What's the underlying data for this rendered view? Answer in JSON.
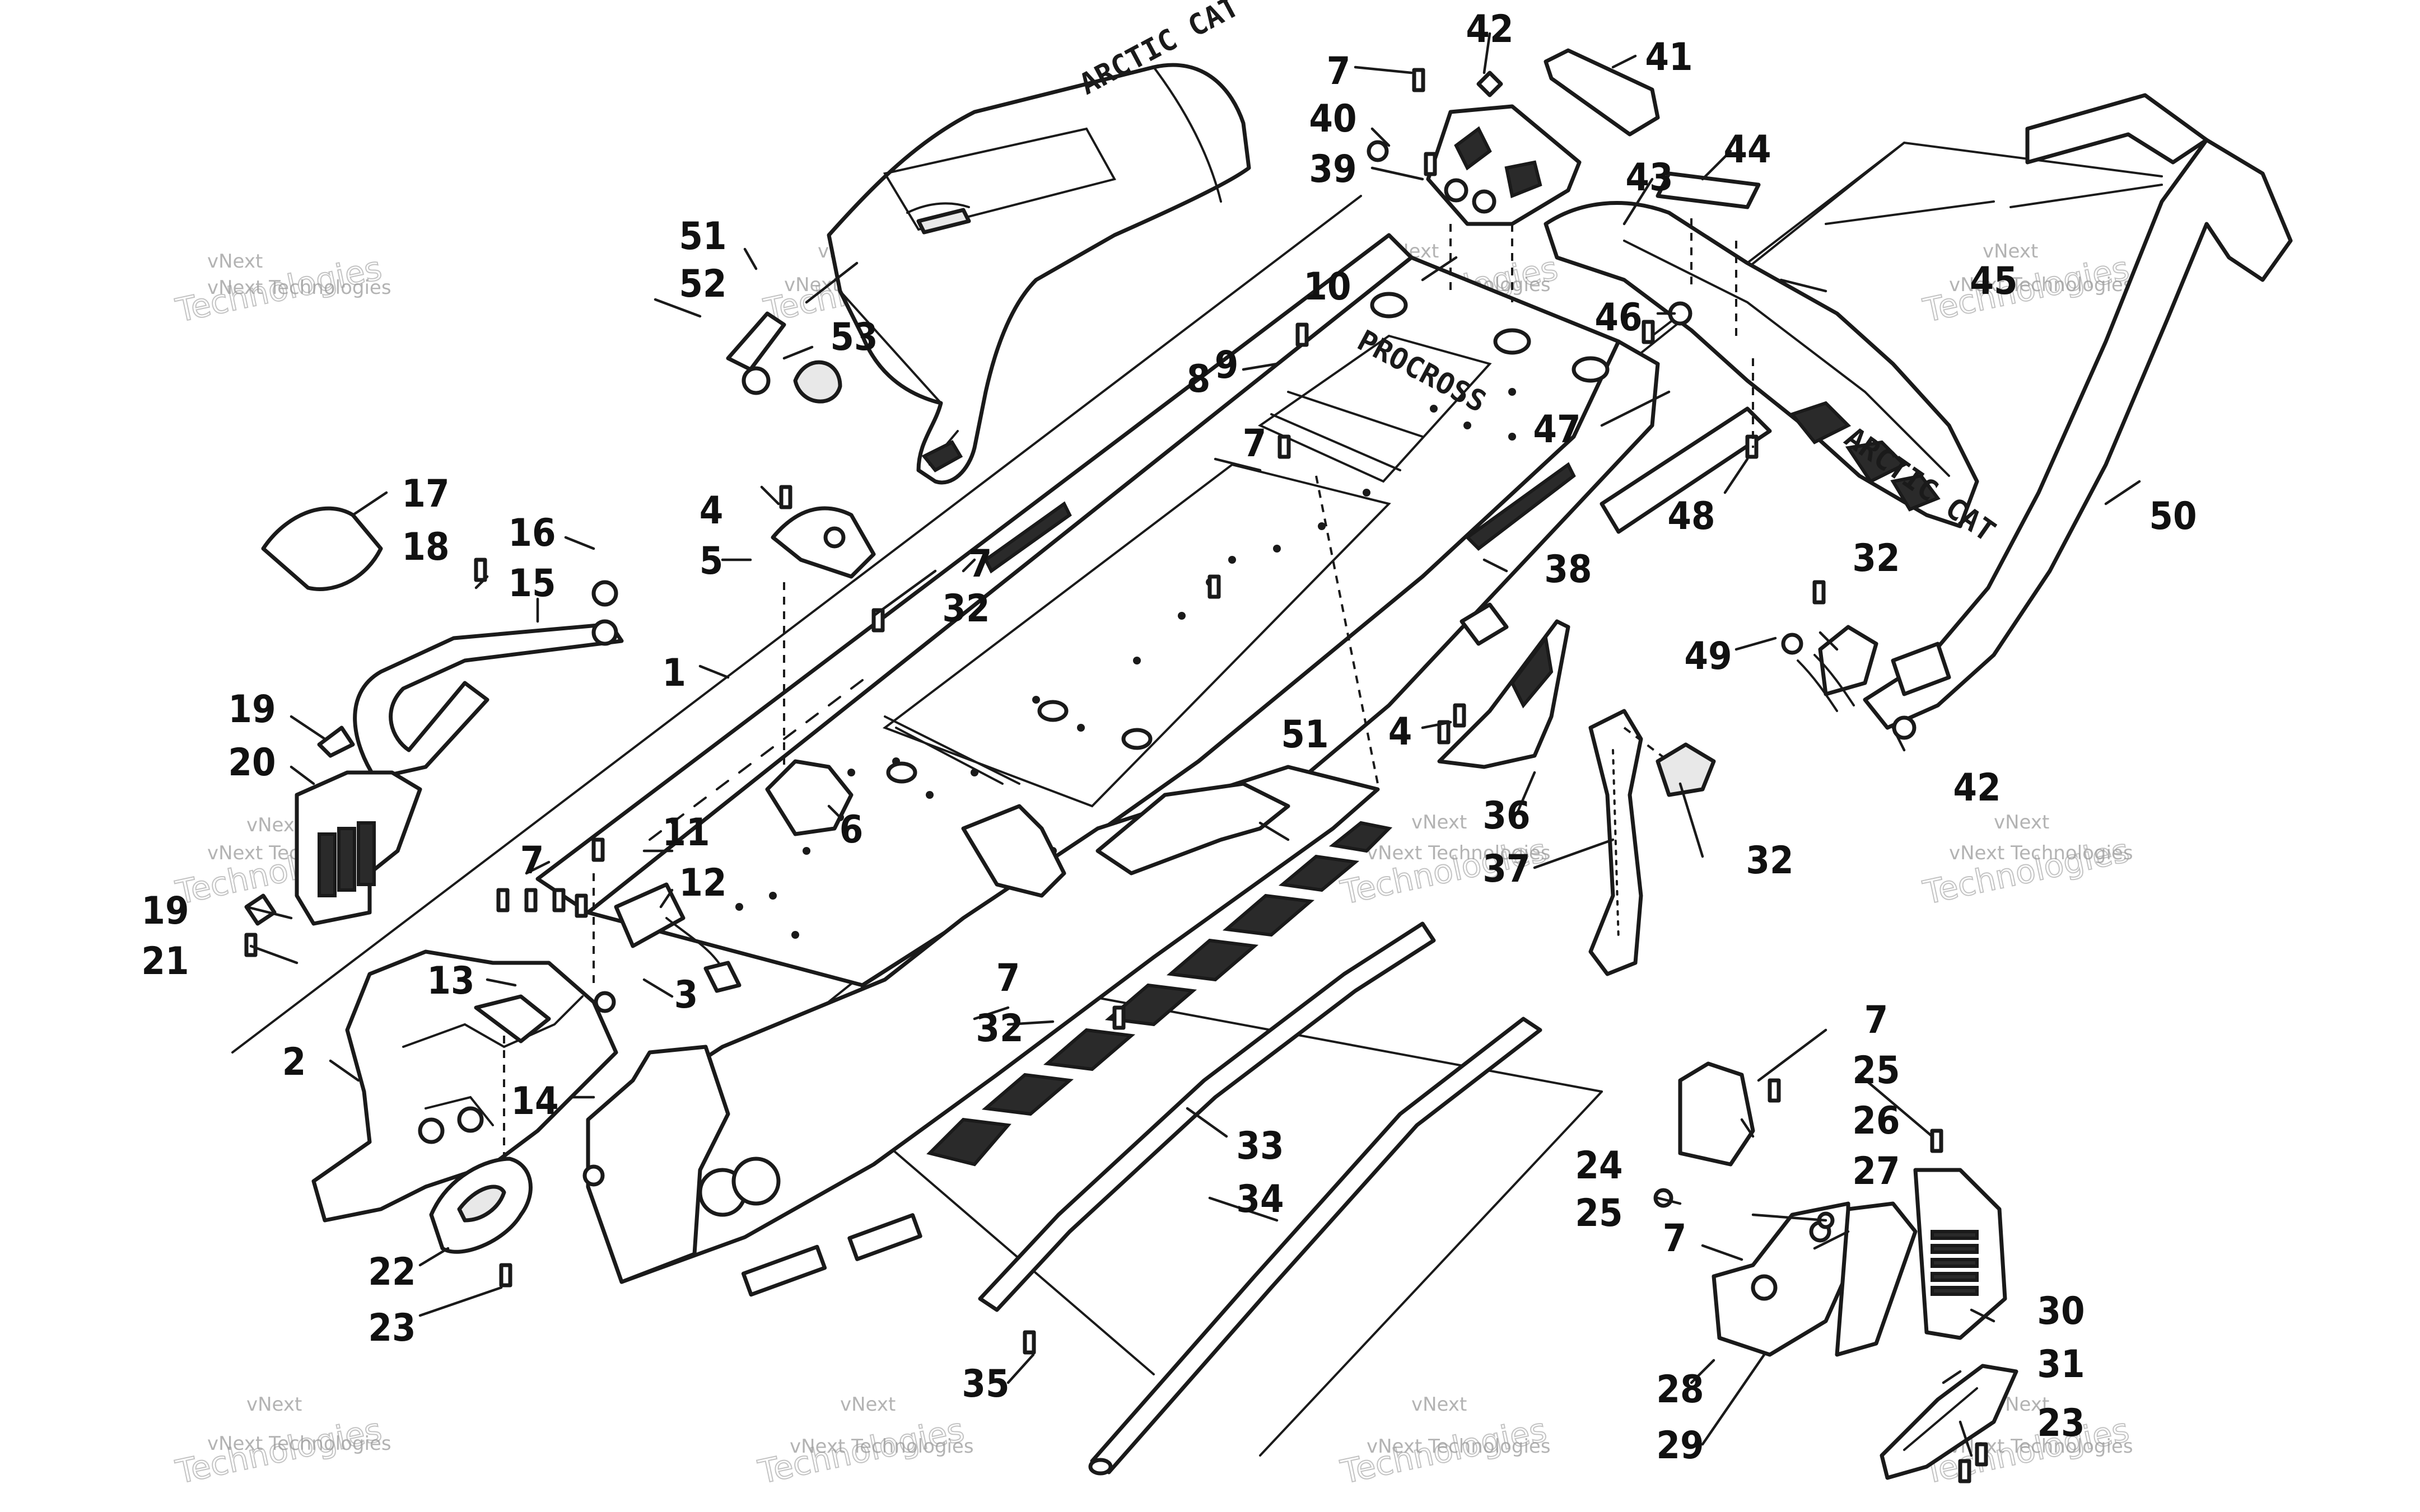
{
  "diagram": {
    "callouts": [
      {
        "id": "c1",
        "label": "1"
      },
      {
        "id": "c2",
        "label": "2"
      },
      {
        "id": "c3",
        "label": "3"
      },
      {
        "id": "c4a",
        "label": "4"
      },
      {
        "id": "c4b",
        "label": "4"
      },
      {
        "id": "c5",
        "label": "5"
      },
      {
        "id": "c6",
        "label": "6"
      },
      {
        "id": "c7a",
        "label": "7"
      },
      {
        "id": "c7b",
        "label": "7"
      },
      {
        "id": "c7c",
        "label": "7"
      },
      {
        "id": "c7d",
        "label": "7"
      },
      {
        "id": "c7e",
        "label": "7"
      },
      {
        "id": "c7f",
        "label": "7"
      },
      {
        "id": "c7g",
        "label": "7"
      },
      {
        "id": "c8",
        "label": "8"
      },
      {
        "id": "c9",
        "label": "9"
      },
      {
        "id": "c10",
        "label": "10"
      },
      {
        "id": "c11",
        "label": "11"
      },
      {
        "id": "c12",
        "label": "12"
      },
      {
        "id": "c13",
        "label": "13"
      },
      {
        "id": "c14",
        "label": "14"
      },
      {
        "id": "c15",
        "label": "15"
      },
      {
        "id": "c16",
        "label": "16"
      },
      {
        "id": "c17",
        "label": "17"
      },
      {
        "id": "c18",
        "label": "18"
      },
      {
        "id": "c19a",
        "label": "19"
      },
      {
        "id": "c19b",
        "label": "19"
      },
      {
        "id": "c20",
        "label": "20"
      },
      {
        "id": "c21",
        "label": "21"
      },
      {
        "id": "c22",
        "label": "22"
      },
      {
        "id": "c23a",
        "label": "23"
      },
      {
        "id": "c23b",
        "label": "23"
      },
      {
        "id": "c24",
        "label": "24"
      },
      {
        "id": "c25a",
        "label": "25"
      },
      {
        "id": "c25b",
        "label": "25"
      },
      {
        "id": "c26",
        "label": "26"
      },
      {
        "id": "c27",
        "label": "27"
      },
      {
        "id": "c28",
        "label": "28"
      },
      {
        "id": "c29",
        "label": "29"
      },
      {
        "id": "c30",
        "label": "30"
      },
      {
        "id": "c31",
        "label": "31"
      },
      {
        "id": "c32a",
        "label": "32"
      },
      {
        "id": "c32b",
        "label": "32"
      },
      {
        "id": "c32c",
        "label": "32"
      },
      {
        "id": "c32d",
        "label": "32"
      },
      {
        "id": "c33",
        "label": "33"
      },
      {
        "id": "c34",
        "label": "34"
      },
      {
        "id": "c35",
        "label": "35"
      },
      {
        "id": "c36",
        "label": "36"
      },
      {
        "id": "c37",
        "label": "37"
      },
      {
        "id": "c38",
        "label": "38"
      },
      {
        "id": "c39",
        "label": "39"
      },
      {
        "id": "c40",
        "label": "40"
      },
      {
        "id": "c41",
        "label": "41"
      },
      {
        "id": "c42a",
        "label": "42"
      },
      {
        "id": "c42b",
        "label": "42"
      },
      {
        "id": "c43",
        "label": "43"
      },
      {
        "id": "c44",
        "label": "44"
      },
      {
        "id": "c45",
        "label": "45"
      },
      {
        "id": "c46",
        "label": "46"
      },
      {
        "id": "c47",
        "label": "47"
      },
      {
        "id": "c48",
        "label": "48"
      },
      {
        "id": "c49",
        "label": "49"
      },
      {
        "id": "c50",
        "label": "50"
      },
      {
        "id": "c51a",
        "label": "51"
      },
      {
        "id": "c51b",
        "label": "51"
      },
      {
        "id": "c52",
        "label": "52"
      },
      {
        "id": "c53",
        "label": "53"
      }
    ],
    "tunnel_brand": "PROCROSS",
    "seat_brand": "ARCTIC CAT"
  },
  "watermark": {
    "line1": "vNext",
    "line2": "Technologies",
    "small": "vNext Technologies"
  },
  "colors": {
    "ink": "#1a1a1a",
    "paper": "#ffffff",
    "watermark": "#9a9a9a"
  }
}
